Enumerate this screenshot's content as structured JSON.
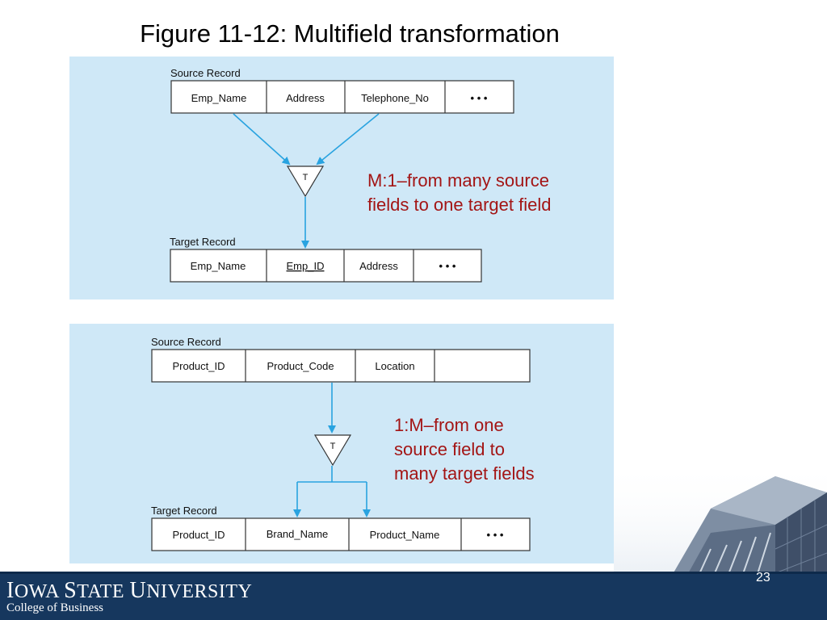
{
  "title": "Figure 11-12: Multifield transformation",
  "diagram1": {
    "source_label": "Source Record",
    "source_fields": [
      "Emp_Name",
      "Address",
      "Telephone_No",
      "• • •"
    ],
    "transform_label": "T",
    "target_label": "Target Record",
    "target_fields": [
      "Emp_Name",
      "Emp_ID",
      "Address",
      "• • •"
    ],
    "note_line1": "M:1–from many source",
    "note_line2": "fields to one target field"
  },
  "diagram2": {
    "source_label": "Source Record",
    "source_fields": [
      "Product_ID",
      "Product_Code",
      "Location",
      ""
    ],
    "transform_label": "T",
    "target_label": "Target Record",
    "target_fields": [
      "Product_ID",
      "Brand_Name",
      "Product_Name",
      "• • •"
    ],
    "note_line1": "1:M–from one",
    "note_line2": "source field to",
    "note_line3": "many target fields"
  },
  "footer": {
    "university_part1": "I",
    "university_part2": "OWA ",
    "university_part3": "S",
    "university_part4": "TATE ",
    "university_part5": "U",
    "university_part6": "NIVERSITY",
    "college": "College of Business",
    "page_number": "23"
  },
  "colors": {
    "panel": "#cfe8f7",
    "arrow": "#29a3e0",
    "note": "#a31515",
    "footer": "#16375e"
  }
}
